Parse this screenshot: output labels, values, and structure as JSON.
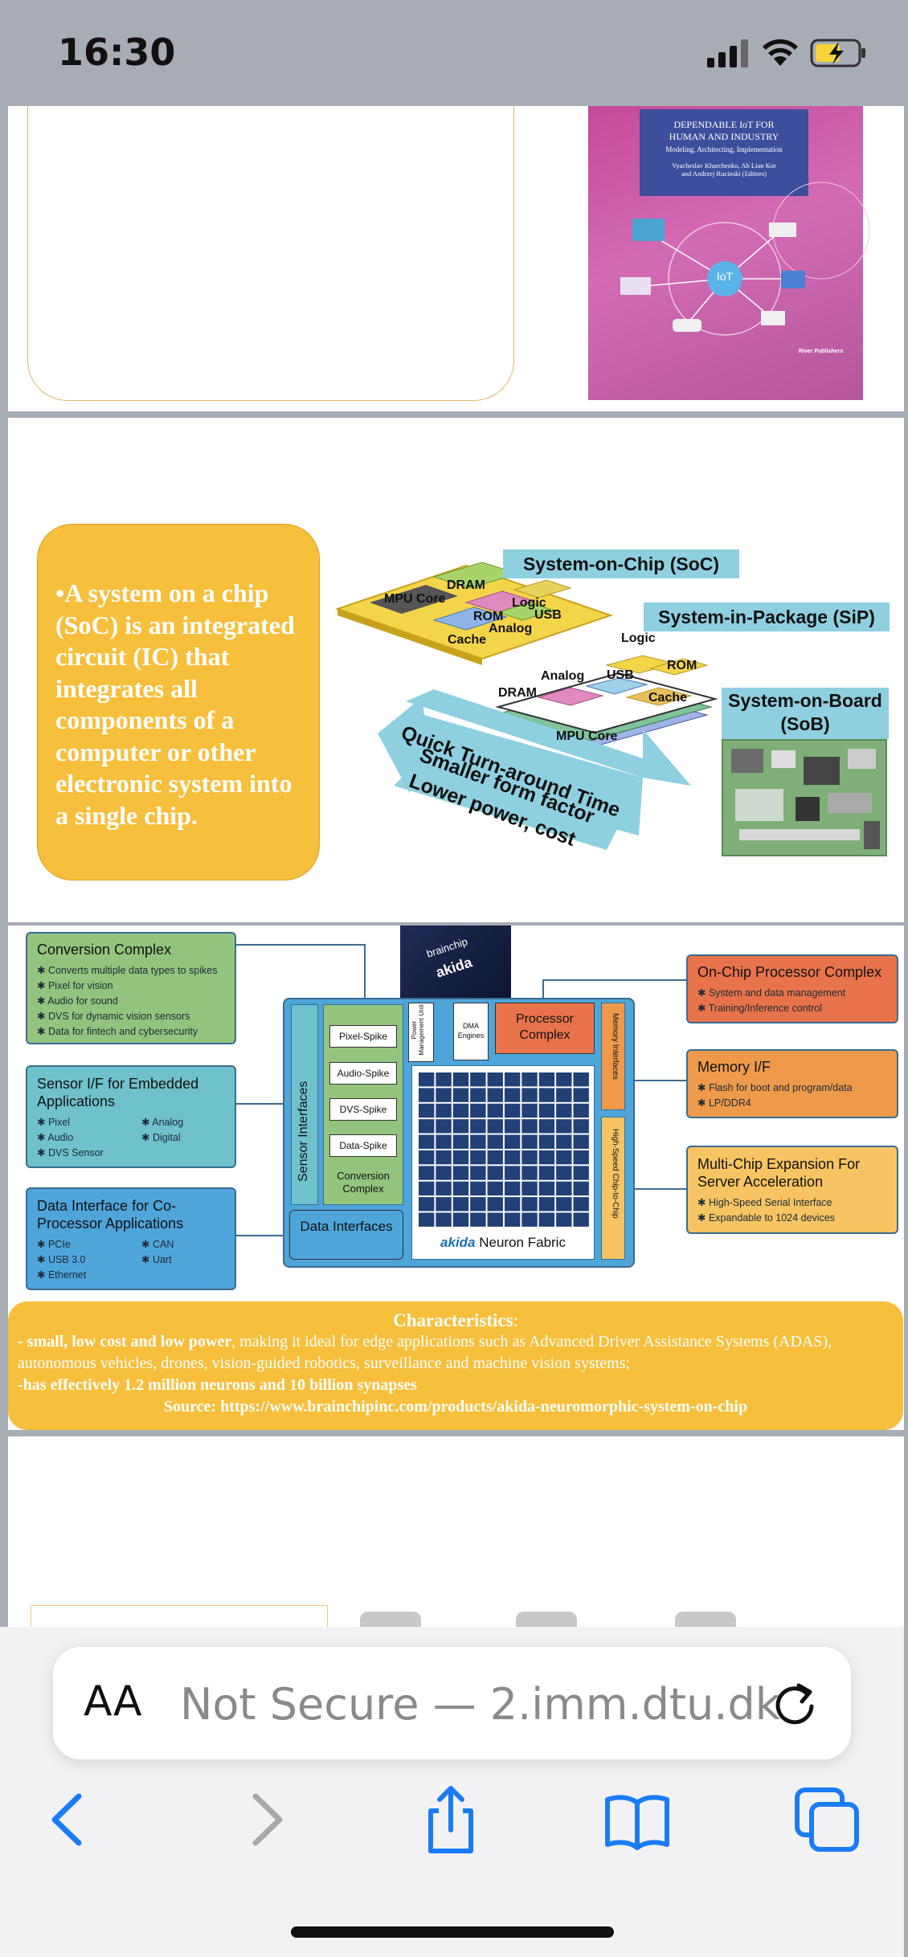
{
  "status": {
    "time": "16:30"
  },
  "slide1": {
    "book": {
      "title_line1": "DEPENDABLE IoT FOR",
      "title_line2": "HUMAN AND INDUSTRY",
      "subtitle": "Modeling, Architecting, Implementation",
      "editors_line1": "Vyacheslav Kharchenko, Ah Lian Kor",
      "editors_line2": "and Andrzej Rucinski (Editors)",
      "center_label": "IoT",
      "publisher": "River Publishers"
    }
  },
  "slide2": {
    "text": "•A system on a chip (SoC) is an integrated circuit (IC) that integrates all components of a computer or other electronic system into a single chip.",
    "labels": {
      "soc": "System-on-Chip (SoC)",
      "sip": "System-in-Package (SiP)",
      "sob_line1": "System-on-Board",
      "sob_line2": "(SoB)"
    },
    "chip": {
      "dram": "DRAM",
      "mpu": "MPU Core",
      "logic": "Logic",
      "usb": "USB",
      "rom": "ROM",
      "analog": "Analog",
      "cache": "Cache"
    },
    "arrows": [
      "Quick Turn-around Time",
      "Smaller form factor",
      "Lower power, cost"
    ]
  },
  "slide3": {
    "left_boxes": [
      {
        "title": "Conversion Complex",
        "items": [
          "Converts multiple data types to spikes",
          "Pixel for vision",
          "Audio for sound",
          "DVS for dynamic vision sensors",
          "Data for fintech and cybersecurity"
        ]
      },
      {
        "title": "Sensor I/F for Embedded Applications",
        "items_col1": [
          "Pixel",
          "Audio",
          "DVS Sensor"
        ],
        "items_col2": [
          "Analog",
          "Digital"
        ]
      },
      {
        "title": "Data Interface for Co-Processor Applications",
        "items_col1": [
          "PCIe",
          "USB 3.0",
          "Ethernet"
        ],
        "items_col2": [
          "CAN",
          "Uart"
        ]
      }
    ],
    "right_boxes": [
      {
        "title": "On-Chip Processor Complex",
        "items": [
          "System and data management",
          "Training/Inference control"
        ]
      },
      {
        "title": "Memory I/F",
        "items": [
          "Flash for boot and program/data",
          "LP/DDR4"
        ]
      },
      {
        "title": "Multi-Chip Expansion For Server Acceleration",
        "items": [
          "High-Speed Serial Interface",
          "Expandable to 1024 devices"
        ]
      }
    ],
    "chip_logo": {
      "brand": "brainchip",
      "product": "akida"
    },
    "core": {
      "sensor_interfaces": "Sensor Interfaces",
      "spikes": [
        "Pixel-Spike",
        "Audio-Spike",
        "DVS-Spike",
        "Data-Spike"
      ],
      "conversion_complex": "Conversion Complex",
      "power_mgmt": "Power Management Unit",
      "dma": "DMA Engines",
      "processor_complex": "Processor Complex",
      "memory_interfaces": "Memory Interfaces",
      "high_speed": "High-Speed Chip-to-Chip",
      "data_interfaces": "Data Interfaces",
      "neuron_brand": "akida",
      "neuron_fabric": "Neuron Fabric"
    },
    "characteristics": {
      "heading": "Characteristics",
      "heading_colon": ":",
      "line1_bold": "- small, low cost and low power",
      "line1_rest": ", making it ideal for edge applications such as Advanced Driver Assistance Systems (ADAS), autonomous vehicles, drones, vision-guided robotics, surveillance and machine vision systems;",
      "line2": "-has effectively 1.2 million neurons and 10 billion synapses",
      "source": "Source: https://www.brainchipinc.com/products/akida-neuromorphic-system-on-chip"
    }
  },
  "browser": {
    "aa": "AA",
    "url": "Not Secure — 2.imm.dtu.dk"
  },
  "colors": {
    "accent_blue": "#1a7cf5",
    "orange_box": "#f6bf3c",
    "green_box": "#93c47d",
    "teal_box": "#6fc2cc",
    "blue_box": "#4ea5d9",
    "orange_right": "#e8734a"
  }
}
